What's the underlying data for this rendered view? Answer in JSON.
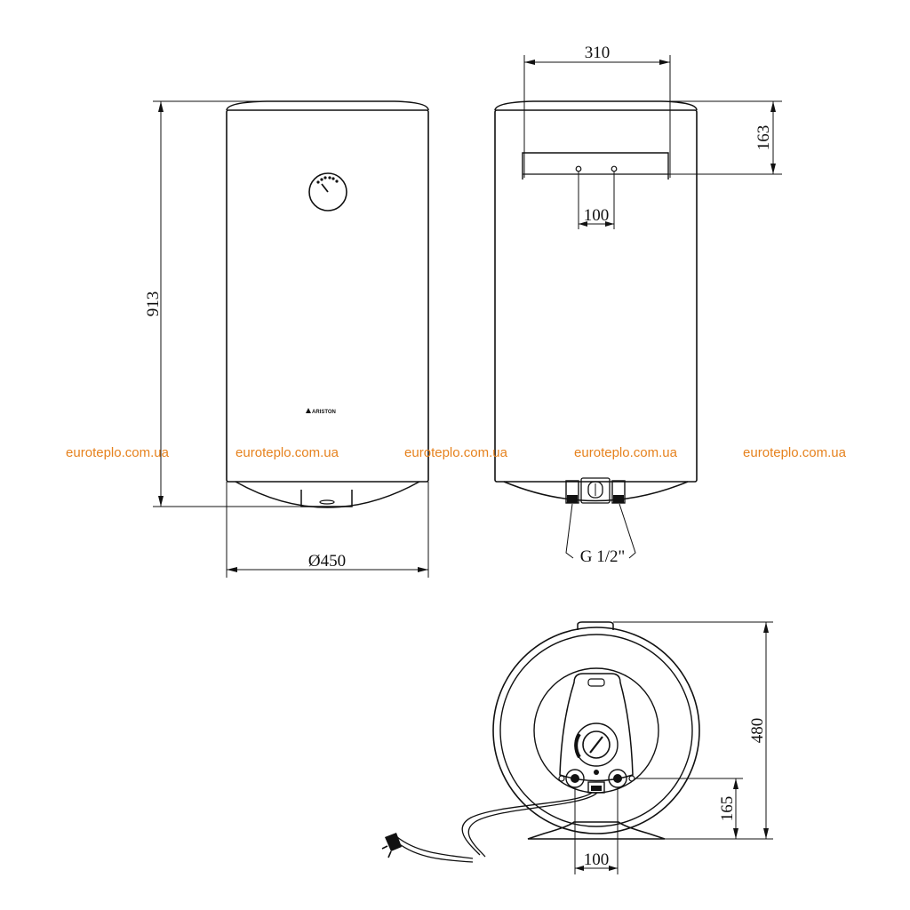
{
  "dimensions": {
    "width_top": "310",
    "height_bracket": "163",
    "bracket_width": "100",
    "height_total": "913",
    "diameter": "Ø450",
    "thread": "G 1/2\"",
    "bottom_height": "480",
    "bottom_offset": "165",
    "bottom_width": "100"
  },
  "brand": {
    "logo_text": "ARISTON"
  },
  "watermark": {
    "text": [
      "euroteplo.com.ua",
      "euroteplo.com.ua",
      "euroteplo.com.ua",
      "euroteplo.com.ua",
      "euroteplo.com.ua"
    ],
    "color": "#e6821e"
  },
  "colors": {
    "line": "#111111",
    "background": "#ffffff"
  }
}
